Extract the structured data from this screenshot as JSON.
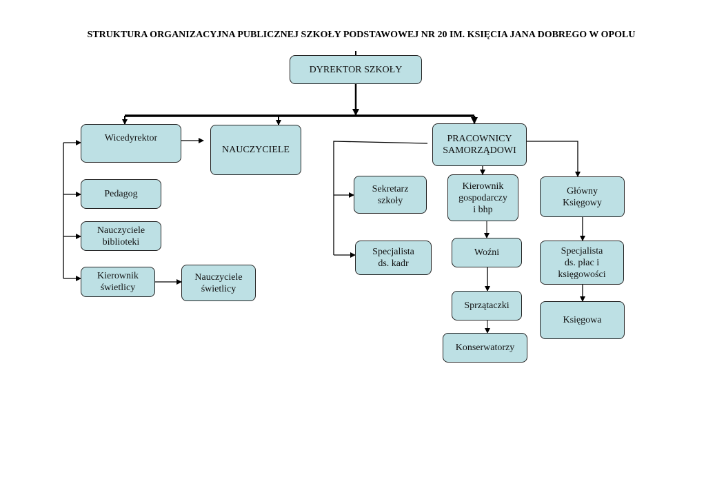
{
  "title": "STRUKTURA ORGANIZACYJNA PUBLICZNEJ SZKOŁY PODSTAWOWEJ NR 20 IM. KSIĘCIA JANA DOBREGO W OPOLU",
  "nodes": {
    "dyrektor": "DYREKTOR SZKOŁY",
    "wicedyrektor": "Wicedyrektor",
    "nauczyciele": "NAUCZYCIELE",
    "pracownicy": "PRACOWNICY\nSAMORZĄDOWI",
    "pedagog": "Pedagog",
    "nauczyciele_biblioteki": "Nauczyciele\nbiblioteki",
    "kierownik_swietlicy": "Kierownik\nświetlicy",
    "nauczyciele_swietlicy": "Nauczyciele\nświetlicy",
    "sekretarz": "Sekretarz\nszkoły",
    "specjalista_kadr": "Specjalista\nds. kadr",
    "kierownik_gosp": "Kierownik\ngospodarczy\ni bhp",
    "wozni": "Woźni",
    "sprzataczki": "Sprzątaczki",
    "konserwatorzy": "Konserwatorzy",
    "glowny_ksiegowy": "Główny\nKsięgowy",
    "specjalista_plac": "Specjalista\nds. płac i\nksięgowości",
    "ksiegowa": "Księgowa"
  }
}
